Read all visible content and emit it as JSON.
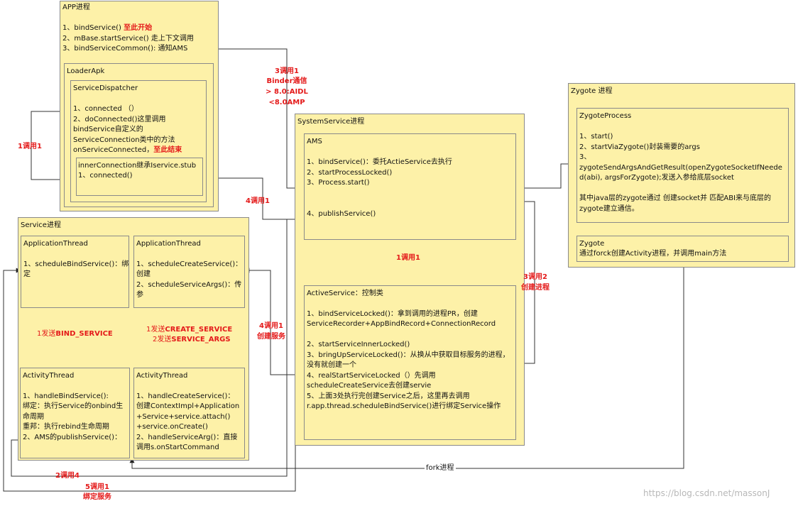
{
  "app": {
    "title": "APP进程",
    "line1": "1、bindService()",
    "line1_red": "至此开始",
    "line2": "2、mBase.startService() 走上下文调用",
    "line3": "3、bindServiceCommon(): 通知AMS",
    "loaderapk": "LoaderApk",
    "dispatcher": {
      "title": "ServiceDispatcher",
      "l1": "1、connected （）",
      "l2": "2、doConnected()这里调用",
      "l3": "bindService自定义的",
      "l4": "ServiceConnection类中的方法",
      "l5": "onServiceConnected，",
      "l5_red": "至此结束"
    },
    "inner": {
      "l1": "innerConnection继承Iservice.stub",
      "l2": "1、connected()"
    }
  },
  "system": {
    "title": "SystemService进程",
    "ams": {
      "title": "AMS",
      "l1": "1、bindService()：委托ActieService去执行",
      "l2": "2、startProcessLocked()",
      "l3": "3、Process.start()",
      "l4": "4、publishService()"
    },
    "active": {
      "title": "ActiveService：控制类",
      "l1": "1、bindServiceLocked()：拿到调用的进程PR，创建",
      "l2": "ServiceRecorder+AppBindRecord+ConnectionRecord",
      "l3": "2、startServiceInnerLocked()",
      "l4": "3、bringUpServiceLocked()：从换从中获取目标服务的进程，",
      "l5": "没有就创建一个",
      "l6": "4、realStartServiceLocked（）先调用",
      "l7": "scheduleCreateService去创建servie",
      "l8": "5、上面3处执行完创建Service之后，这里再去调用",
      "l9": "r.app.thread.scheduleBindService()进行绑定Service操作"
    }
  },
  "zygote": {
    "title": "Zygote 进程",
    "process": {
      "title": "ZygoteProcess",
      "l1": "1、start()",
      "l2": "2、startViaZygote()封装需要的args",
      "l3": "3、",
      "l4": "zygoteSendArgsAndGetResult(openZygoteSocketIfNeede",
      "l5": "d(abi), argsForZygote);发送入参给底层socket",
      "l6": "其中java层的zygote通过 创建socket并 匹配ABI来与底层的",
      "l7": "zygote建立通信。"
    },
    "zyg": {
      "title": "Zygote",
      "l1": "通过forck创建Activity进程，并调用main方法"
    }
  },
  "service": {
    "title": "Service进程",
    "at1": {
      "title": "ApplicationThread",
      "l1": "1、scheduleBindService()：绑",
      "l2": "定"
    },
    "at2": {
      "title": "ApplicationThread",
      "l1": "1、scheduleCreateService()：",
      "l2": "创建",
      "l3": "2、scheduleServiceArgs()：传",
      "l4": "参"
    },
    "act1": {
      "title": "ActivityThread",
      "l1": "1、handleBindService():",
      "l2": "绑定：执行Service的onbind生",
      "l3": "命周期",
      "l4": "重邦：执行rebind生命周期",
      "l5": "2、AMS的publishService()："
    },
    "act2": {
      "title": "ActivityThread",
      "l1": "1、handleCreateService()：",
      "l2": "创建ContextImpl+Application",
      "l3": "+Service+service.attach()",
      "l4": "+service.onCreate()",
      "l5": "2、handleServiceArg()：直接",
      "l6": "调用s.onStartCommand"
    }
  },
  "arrows": {
    "a1": "1调用1",
    "a3_1": "3调用1",
    "a3_2": "Binder通信",
    "a3_3": "> 8.0:AIDL",
    "a3_4": "<8.0AMP",
    "a4": "4调用1",
    "a_mid": "1调用1",
    "a32_1": "3调用2",
    "a32_2": "创建进程",
    "a41_1": "4调用1",
    "a41_2": "创建服务",
    "send1_pre": "1发送",
    "send1_bold": "BIND_SERVICE",
    "send2a_pre": "1发送",
    "send2a_bold": "CREATE_SERVICE",
    "send2b_pre": "2发送",
    "send2b_bold": "SERVICE_ARGS",
    "a24": "2调用4",
    "a51_1": "5调用1",
    "a51_2": "绑定服务",
    "fork": "fork进程"
  },
  "watermark": "https://blog.csdn.net/massonJ"
}
